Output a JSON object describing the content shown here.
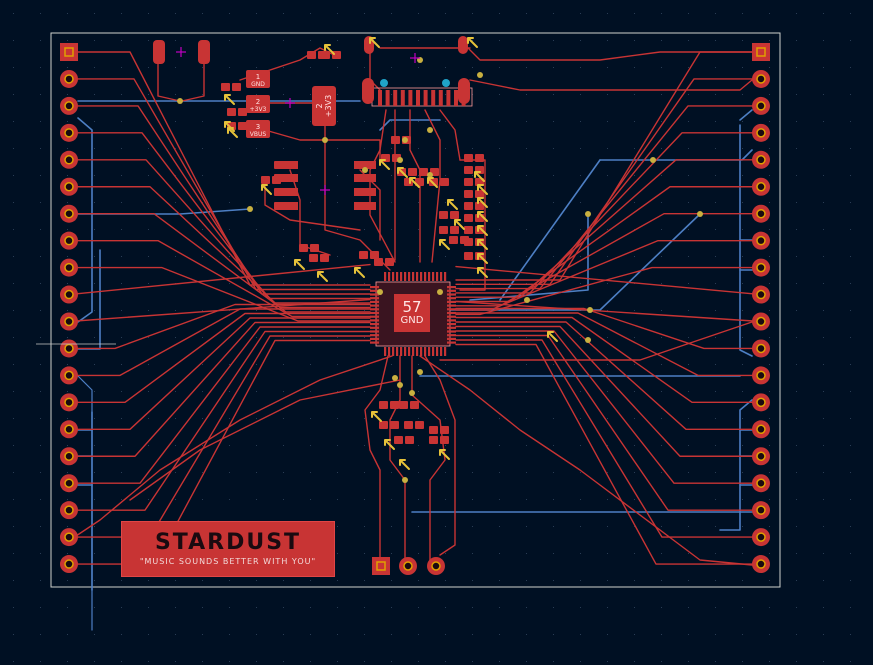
{
  "board": {
    "brand_name": "STARDUST",
    "brand_tagline": "\"MUSIC SOUNDS BETTER WITH YOU\"",
    "chip_number": "57",
    "chip_net": "GND",
    "power_pad_labels": [
      {
        "num": "1",
        "net": "GND"
      },
      {
        "num": "2",
        "net": "+3V3"
      },
      {
        "num": "3",
        "net": "VBUS"
      }
    ],
    "cap_label": {
      "num": "2",
      "net": "+3V3"
    }
  },
  "colors": {
    "background": "#001023",
    "front_copper": "#c83434",
    "back_copper": "#4d7fc4",
    "edge_cuts": "#d0d2cd",
    "via": "#c8b040",
    "drill": "#e0a000",
    "footprint_marker": "#e6c23a",
    "anchor_marker": "#c200c2"
  },
  "icons": [
    "footprint-anchor-icon",
    "cursor-crosshair-icon"
  ]
}
